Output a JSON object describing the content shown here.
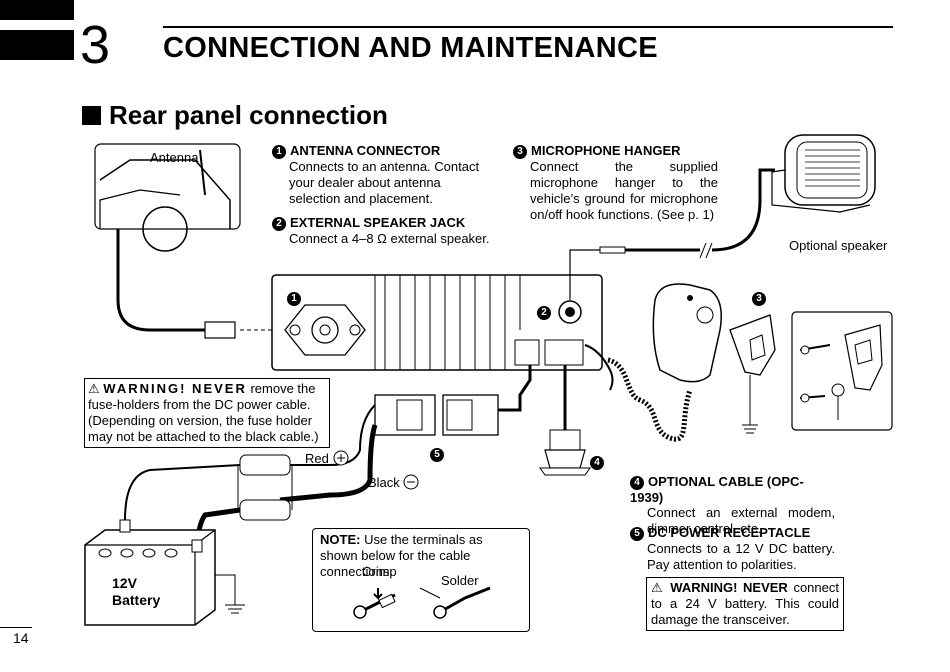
{
  "header": {
    "chapter_number": "3",
    "chapter_title": "CONNECTION AND MAINTENANCE"
  },
  "section_title": "Rear panel connection",
  "items": [
    {
      "num": "1",
      "heading": "ANTENNA CONNECTOR",
      "text": "Connects to an antenna. Contact your dealer about antenna selection and placement."
    },
    {
      "num": "2",
      "heading": "EXTERNAL SPEAKER JACK",
      "text": "Connect a 4–8 Ω external speaker."
    },
    {
      "num": "3",
      "heading": "MICROPHONE HANGER",
      "text": "Connect the supplied microphone hanger to the vehicle’s ground for microphone on/off hook functions. (See p. 1)"
    },
    {
      "num": "4",
      "heading": "OPTIONAL CABLE (OPC-1939)",
      "text": "Connect an external modem, dimmer control, etc."
    },
    {
      "num": "5",
      "heading": "DC POWER RECEPTACLE",
      "text": "Connects to a 12 V DC battery. Pay attention to polarities."
    }
  ],
  "warning_fuse": {
    "lead": "WARNING! NEVER",
    "text": "remove the fuse-holders from the DC power cable. (Depending on version, the fuse holder may not be attached to the black cable.)"
  },
  "warning_battery": {
    "lead": "WARNING! NEVER",
    "text": "connect to a 24 V battery. This could damage the transceiver."
  },
  "note": {
    "lead": "NOTE:",
    "text": "Use the terminals as shown below for the cable connections.",
    "crimp_label": "Crimp",
    "solder_label": "Solder"
  },
  "diagram_labels": {
    "antenna": "Antenna",
    "optional_speaker": "Optional speaker",
    "red": "Red",
    "black": "Black",
    "battery": "12V Battery",
    "callout_1": "1",
    "callout_2": "2",
    "callout_3": "3",
    "callout_4": "4",
    "callout_5": "5"
  },
  "page_number": "14"
}
